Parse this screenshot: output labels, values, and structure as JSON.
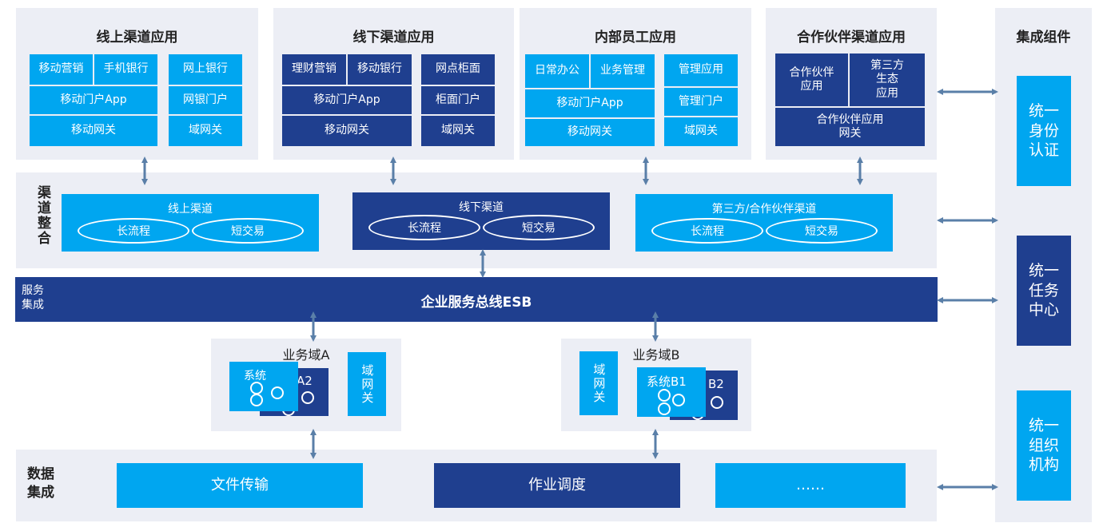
{
  "channels": [
    {
      "title": "线上渠道应用",
      "items": [
        "移动营销",
        "手机银行",
        "移动门户App",
        "移动网关",
        "网上银行",
        "网银门户",
        "域网关"
      ]
    },
    {
      "title": "线下渠道应用",
      "items": [
        "理财营销",
        "移动银行",
        "移动门户App",
        "移动网关",
        "网点柜面",
        "柜面门户",
        "域网关"
      ]
    },
    {
      "title": "内部员工应用",
      "items": [
        "日常办公",
        "业务管理",
        "移动门户App",
        "移动网关",
        "管理应用",
        "管理门户",
        "域网关"
      ]
    },
    {
      "title": "合作伙伴渠道应用",
      "items": [
        "合作伙伴\n应用",
        "第三方\n生态\n应用",
        "合作伙伴应用\n网关"
      ]
    }
  ],
  "integration": {
    "label": "渠道整合",
    "groups": [
      {
        "title": "线上渠道",
        "a": "长流程",
        "b": "短交易"
      },
      {
        "title": "线下渠道",
        "a": "长流程",
        "b": "短交易"
      },
      {
        "title": "第三方/合作伙伴渠道",
        "a": "长流程",
        "b": "短交易"
      }
    ]
  },
  "esb": {
    "side_label": "服务\n集成",
    "title": "企业服务总线ESB"
  },
  "domains": [
    {
      "title": "业务域A",
      "front": "系统",
      "back": "A2",
      "gateway": "域网关"
    },
    {
      "title": "业务域B",
      "front": "系统B1",
      "back": "B2",
      "gateway": "域网关"
    }
  ],
  "data_integration": {
    "label": "数据\n集成",
    "items": [
      "文件传输",
      "作业调度",
      "……"
    ]
  },
  "components": {
    "title": "集成组件",
    "items": [
      "统一身份认证",
      "统一任务中心",
      "统一组织机构"
    ]
  },
  "colors": {
    "light_blue": "#00a6f0",
    "dark_blue": "#1f3f8f",
    "panel": "#eceef5",
    "arrow": "#5a7fa8"
  }
}
